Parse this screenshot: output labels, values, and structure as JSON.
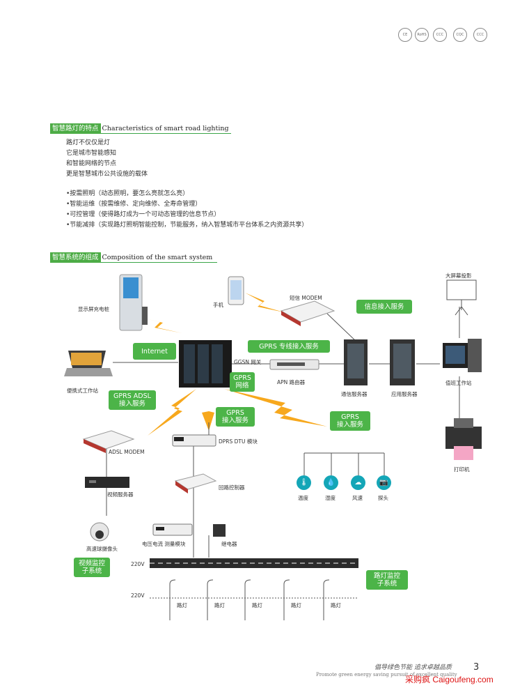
{
  "certs": [
    "CE",
    "RoHS",
    "CCC",
    "CQC",
    "CCC"
  ],
  "section1": {
    "cn": "智慧路灯的特点",
    "en": "Characteristics of smart road lighting"
  },
  "intro_lines": [
    "路灯不仅仅是灯",
    "它是城市智能感知",
    "和智能网络的节点",
    "更是智慧城市公共设施的载体"
  ],
  "bullets": [
    "•按需照明（动态照明，要怎么亮就怎么亮）",
    "•智能运维（按需维修、定向维修、全寿命管理）",
    "•可控管理（使得路灯成为一个可动态管理的信息节点）",
    "•节能减排（实现路灯照明智能控制，节能服务，纳入智慧城市平台体系之内资源共享）"
  ],
  "section2": {
    "cn": "智慧系统的组成",
    "en": "Composition of the smart system"
  },
  "diagram": {
    "boxes": {
      "internet": "Internet",
      "gprs_net": "GPRS\n网络",
      "gprs_adsl": "GPRS ADSL\n接入服务",
      "gprs_access1": "GPRS\n接入服务",
      "gprs_access2": "GPRS\n接入服务",
      "gprs_dedicated": "GPRS 专线接入服务",
      "info_access": "信息接入服务",
      "video_sub": "视频监控\n子系统",
      "street_sub": "路灯监控\n子系统"
    },
    "labels": {
      "charging_pile": "显示屏充电桩",
      "phone": "手机",
      "sms_modem": "短信 MODEM",
      "big_screen": "大屏幕投影",
      "laptop": "便携式工作站",
      "ggsn": "GGSN 网关",
      "apn_router": "APN 路由器",
      "comm_server": "通信服务器",
      "app_server": "应用服务器",
      "duty_station": "值班工作站",
      "printer": "打印机",
      "adsl_modem": "ADSL MODEM",
      "dtu": "DPRS DTU 模块",
      "video_server": "视频服务器",
      "loop_controller": "回路控制器",
      "dome_camera": "高速球摄像头",
      "voltage_module": "电压电流 测量模块",
      "relay": "继电器",
      "v220_1": "220V",
      "v220_2": "220V"
    },
    "sensors": [
      {
        "name": "温度",
        "icon": "🌡"
      },
      {
        "name": "湿度",
        "icon": "💧"
      },
      {
        "name": "风速",
        "icon": "☁"
      },
      {
        "name": "探头",
        "icon": "📷"
      }
    ],
    "streetlights": [
      "路灯",
      "路灯",
      "路灯",
      "路灯",
      "路灯"
    ]
  },
  "footer": {
    "slogan_cn": "倡导绿色节能  追求卓越品质",
    "slogan_en": "Promote green energy saving pursuit of excellent quality",
    "page": "3",
    "watermark": "采购疯 Caigoufeng.com"
  },
  "colors": {
    "green": "#4cb448",
    "teal": "#14a6b7",
    "bolt": "#f7a81d"
  }
}
